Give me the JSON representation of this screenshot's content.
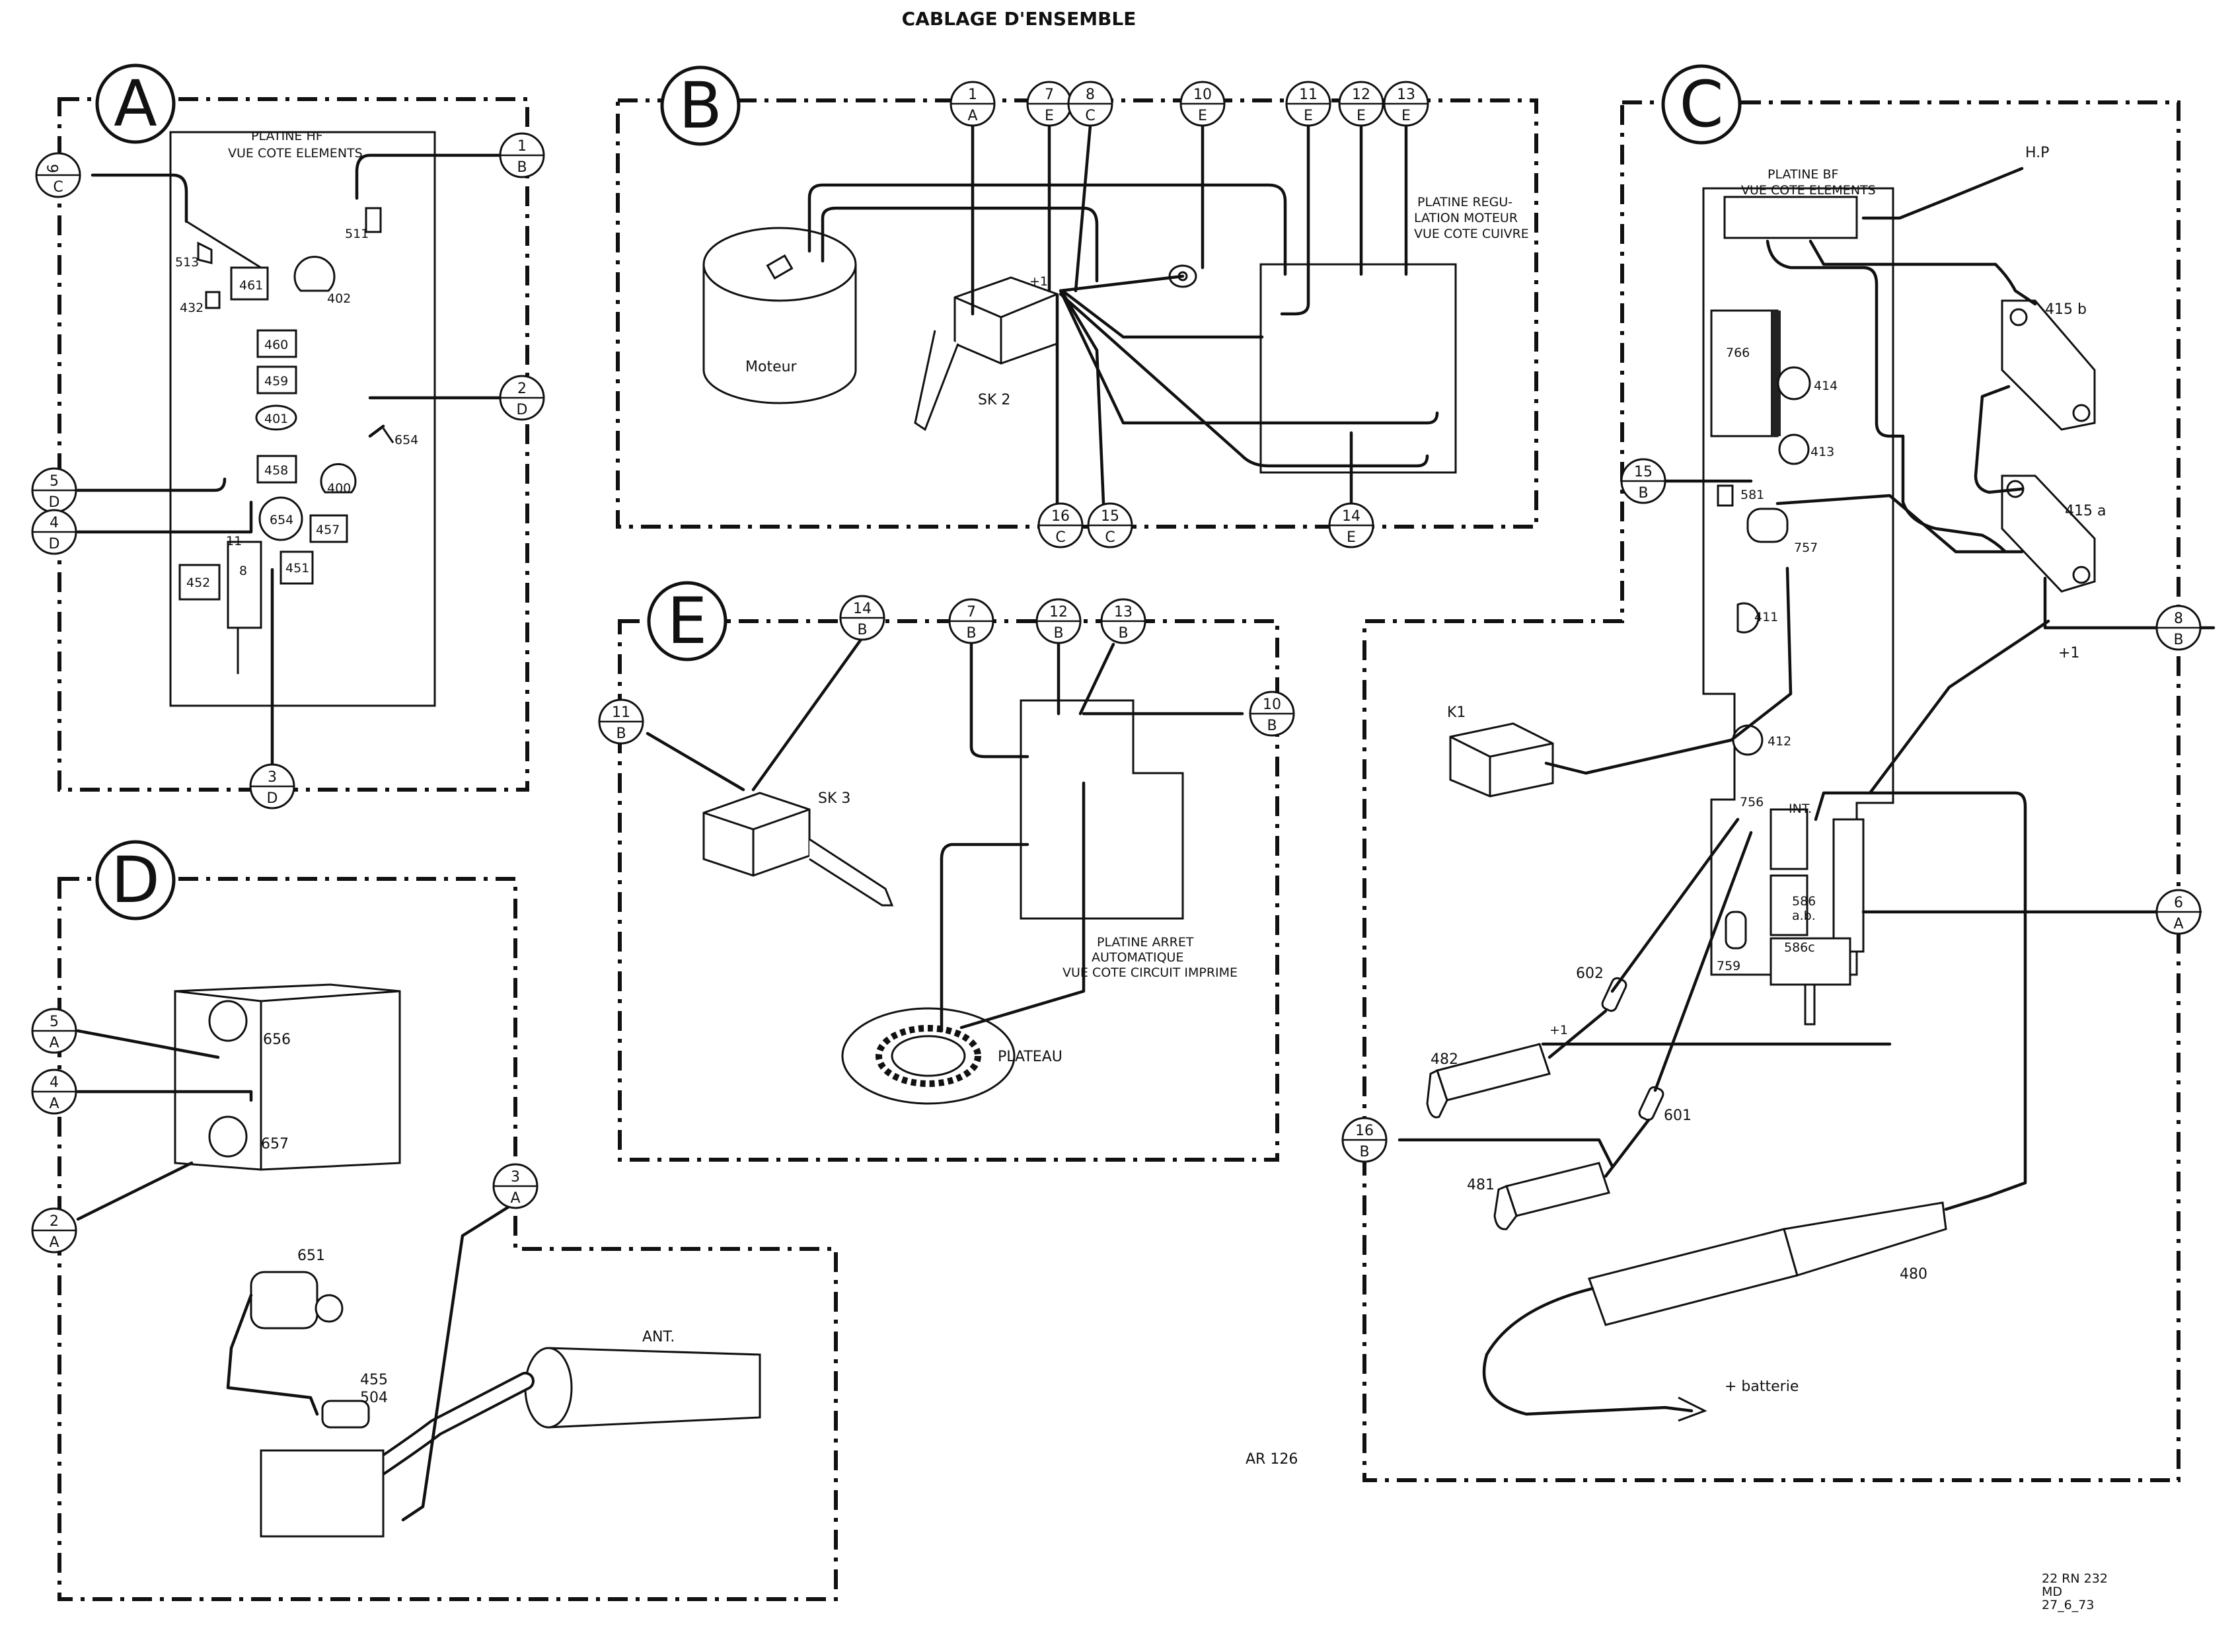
{
  "title": "CABLAGE D'ENSEMBLE",
  "sections": {
    "A": {
      "letter": "A",
      "board": "PLATINE HF",
      "board_sub": "VUE COTE ELEMENTS",
      "parts": [
        "513",
        "511",
        "461",
        "432",
        "402",
        "460",
        "459",
        "401",
        "654",
        "458",
        "400",
        "457",
        "451",
        "452",
        "11",
        "8"
      ]
    },
    "B": {
      "letter": "B",
      "board": "PLATINE REGU-",
      "board_2": "LATION MOTEUR",
      "board_3": "VUE COTE CUIVRE",
      "motor": "Moteur",
      "switch": "SK 2",
      "plus": "+1"
    },
    "C": {
      "letter": "C",
      "board": "PLATINE BF",
      "board_sub": "VUE COTE ELEMENTS",
      "hp": "H.P",
      "parts": [
        "766",
        "414",
        "413",
        "581",
        "757",
        "411",
        "412",
        "756",
        "759",
        "415 b",
        "415 a",
        "K1",
        "INT.",
        "586",
        "a.b.",
        "586c",
        "602",
        "601",
        "482",
        "481",
        "480"
      ],
      "plus1": "+1",
      "plus2": "+1",
      "battery": "+ batterie"
    },
    "D": {
      "letter": "D",
      "parts": [
        "656",
        "657",
        "651",
        "455",
        "504"
      ],
      "ant": "ANT."
    },
    "E": {
      "letter": "E",
      "switch": "SK 3",
      "board": "PLATINE ARRET",
      "board_2": "AUTOMATIQUE",
      "board_3": "VUE COTE CIRCUIT IMPRIME",
      "plateau": "PLATEAU"
    }
  },
  "connectors": {
    "A": [
      {
        "n": "6",
        "l": "C"
      },
      {
        "n": "1",
        "l": "B"
      },
      {
        "n": "2",
        "l": "D"
      },
      {
        "n": "5",
        "l": "D"
      },
      {
        "n": "4",
        "l": "D"
      },
      {
        "n": "3",
        "l": "D"
      }
    ],
    "B": [
      {
        "n": "1",
        "l": "A"
      },
      {
        "n": "7",
        "l": "E"
      },
      {
        "n": "8",
        "l": "C"
      },
      {
        "n": "10",
        "l": "E"
      },
      {
        "n": "11",
        "l": "E"
      },
      {
        "n": "12",
        "l": "E"
      },
      {
        "n": "13",
        "l": "E"
      },
      {
        "n": "16",
        "l": "C"
      },
      {
        "n": "15",
        "l": "C"
      },
      {
        "n": "14",
        "l": "E"
      }
    ],
    "C": [
      {
        "n": "15",
        "l": "B"
      },
      {
        "n": "8",
        "l": "B"
      },
      {
        "n": "6",
        "l": "A"
      },
      {
        "n": "16",
        "l": "B"
      }
    ],
    "D": [
      {
        "n": "5",
        "l": "A"
      },
      {
        "n": "4",
        "l": "A"
      },
      {
        "n": "2",
        "l": "A"
      },
      {
        "n": "3",
        "l": "A"
      }
    ],
    "E": [
      {
        "n": "14",
        "l": "B"
      },
      {
        "n": "7",
        "l": "B"
      },
      {
        "n": "12",
        "l": "B"
      },
      {
        "n": "13",
        "l": "B"
      },
      {
        "n": "11",
        "l": "B"
      },
      {
        "n": "10",
        "l": "B"
      }
    ]
  },
  "footer": {
    "ref": "AR 126",
    "doc": "22 RN 232",
    "md": "MD",
    "date": "27_6_73"
  }
}
